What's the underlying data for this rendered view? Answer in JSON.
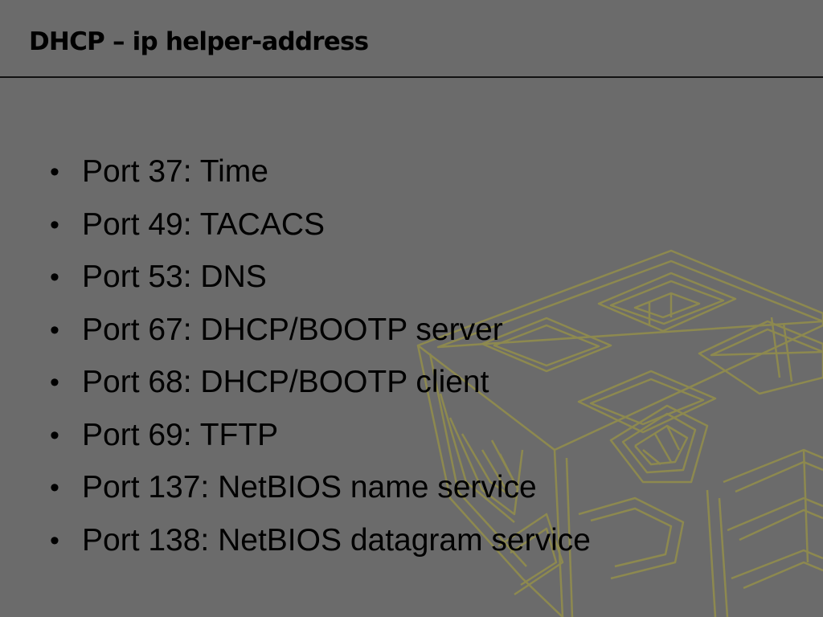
{
  "slide": {
    "title": "DHCP – ip helper-address",
    "bullet_glyph": "•",
    "bullets": [
      "Port 37: Time",
      "Port 49: TACACS",
      "Port 53: DNS",
      "Port 67: DHCP/BOOTP server",
      "Port 68: DHCP/BOOTP client",
      "Port 69: TFTP",
      "Port 137: NetBIOS name service",
      "Port 138: NetBIOS datagram service"
    ]
  },
  "theme": {
    "background": "#6b6b6b",
    "text": "#000000",
    "accent_lines": "#8f8b4e",
    "background_graphic": "wireframe-cube-icon"
  }
}
